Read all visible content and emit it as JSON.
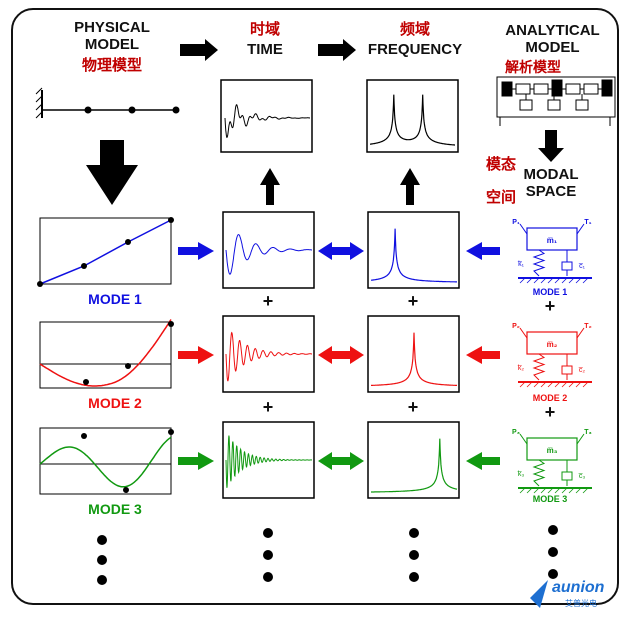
{
  "header": {
    "physical_model": "PHYSICAL\nMODEL",
    "physical_model_cn": "物理模型",
    "time_cn": "时域",
    "time": "TIME",
    "frequency_cn": "频域",
    "frequency": "FREQUENCY",
    "analytical_model": "ANALYTICAL\nMODEL",
    "analytical_model_cn": "解析模型"
  },
  "modal_space": {
    "cn_line1": "模态",
    "cn_line2": "空间",
    "label": "MODAL\nSPACE"
  },
  "modes": [
    {
      "label": "MODE 1",
      "color": "#1010e0",
      "mass_label": "m̅₁",
      "k_label": "k̅₁",
      "c_label": "c̅₁",
      "p_label": "P₁",
      "t_label": "T₁",
      "small_label": "MODE 1"
    },
    {
      "label": "MODE 2",
      "color": "#ee1111",
      "mass_label": "m̅₂",
      "k_label": "k̅₂",
      "c_label": "c̅₂",
      "p_label": "P₂",
      "t_label": "T₂",
      "small_label": "MODE 2"
    },
    {
      "label": "MODE 3",
      "color": "#119911",
      "mass_label": "m̅₃",
      "k_label": "k̅₃",
      "c_label": "c̅₃",
      "p_label": "P₃",
      "t_label": "T₃",
      "small_label": "MODE 3"
    }
  ],
  "plus_sign": "+",
  "logo": {
    "name": "aunion",
    "sub": "艾普光电"
  },
  "icons": [
    "right-arrow-icon",
    "left-arrow-icon",
    "double-arrow-icon",
    "up-arrow-icon",
    "down-arrow-icon",
    "continuation-dots-icon"
  ]
}
